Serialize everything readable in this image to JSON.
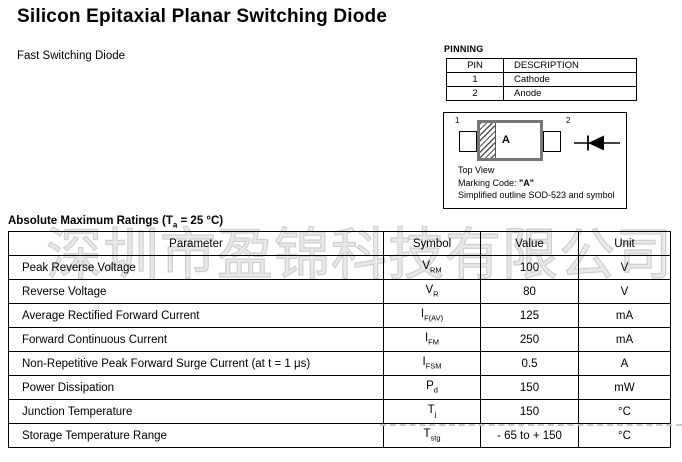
{
  "header": {
    "title": "Silicon Epitaxial Planar Switching Diode",
    "subtitle": "Fast Switching Diode"
  },
  "pinning": {
    "label": "PINNING",
    "col_pin": "PIN",
    "col_description": "DESCRIPTION",
    "rows": [
      {
        "pin": "1",
        "description": "Cathode"
      },
      {
        "pin": "2",
        "description": "Anode"
      }
    ]
  },
  "diagram": {
    "pin1": "1",
    "pin2": "2",
    "marking": "A",
    "caption_top_view": "Top View",
    "caption_marking_prefix": "Marking Code: ",
    "caption_marking_value": "\"A\"",
    "caption_outline": "Simplified outline SOD-523 and symbol"
  },
  "ratings": {
    "heading_prefix": "Absolute Maximum Ratings (T",
    "heading_sub": "a",
    "heading_suffix": " = 25 °C)",
    "columns": {
      "parameter": "Parameter",
      "symbol": "Symbol",
      "value": "Value",
      "unit": "Unit"
    },
    "rows": [
      {
        "parameter": "Peak Reverse Voltage",
        "symbol_base": "V",
        "symbol_sub": "RM",
        "value": "100",
        "unit": "V"
      },
      {
        "parameter": "Reverse Voltage",
        "symbol_base": "V",
        "symbol_sub": "R",
        "value": "80",
        "unit": "V"
      },
      {
        "parameter": "Average Rectified Forward Current",
        "symbol_base": "I",
        "symbol_sub": "F(AV)",
        "value": "125",
        "unit": "mA"
      },
      {
        "parameter": "Forward Continuous Current",
        "symbol_base": "I",
        "symbol_sub": "FM",
        "value": "250",
        "unit": "mA"
      },
      {
        "parameter": "Non-Repetitive Peak Forward Surge Current (at t = 1 μs)",
        "symbol_base": "I",
        "symbol_sub": "FSM",
        "value": "0.5",
        "unit": "A"
      },
      {
        "parameter": "Power Dissipation",
        "symbol_base": "P",
        "symbol_sub": "d",
        "value": "150",
        "unit": "mW"
      },
      {
        "parameter": "Junction Temperature",
        "symbol_base": "T",
        "symbol_sub": "j",
        "value": "150",
        "unit": "°C"
      },
      {
        "parameter": "Storage Temperature Range",
        "symbol_base": "T",
        "symbol_sub": "stg",
        "value": "- 65 to + 150",
        "unit": "°C"
      }
    ]
  },
  "watermark": {
    "text": "深圳市盈锦科技有限公司"
  },
  "colors": {
    "border": "#000000",
    "watermark": "#cfcfcf",
    "package_border": "#777777"
  }
}
